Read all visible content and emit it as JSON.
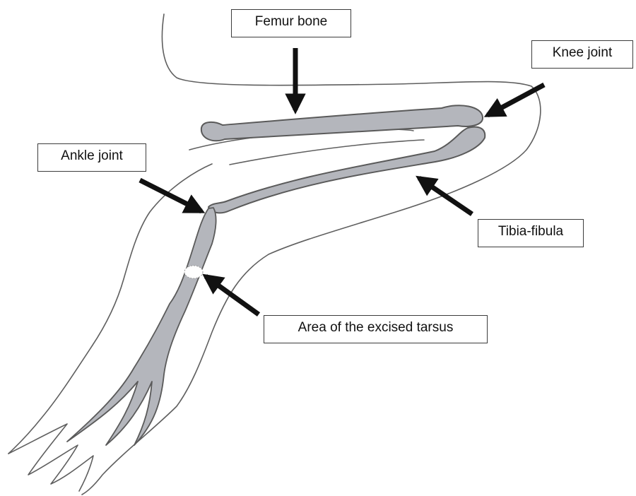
{
  "labels": {
    "femur": "Femur bone",
    "knee": "Knee joint",
    "ankle": "Ankle joint",
    "tibia": "Tibia-fibula",
    "tarsus": "Area of the excised tarsus"
  },
  "colors": {
    "bone_fill": "#b4b6bc",
    "outline": "#5a5a5a",
    "arrow": "#111111",
    "label_border": "#3c3c3c"
  }
}
